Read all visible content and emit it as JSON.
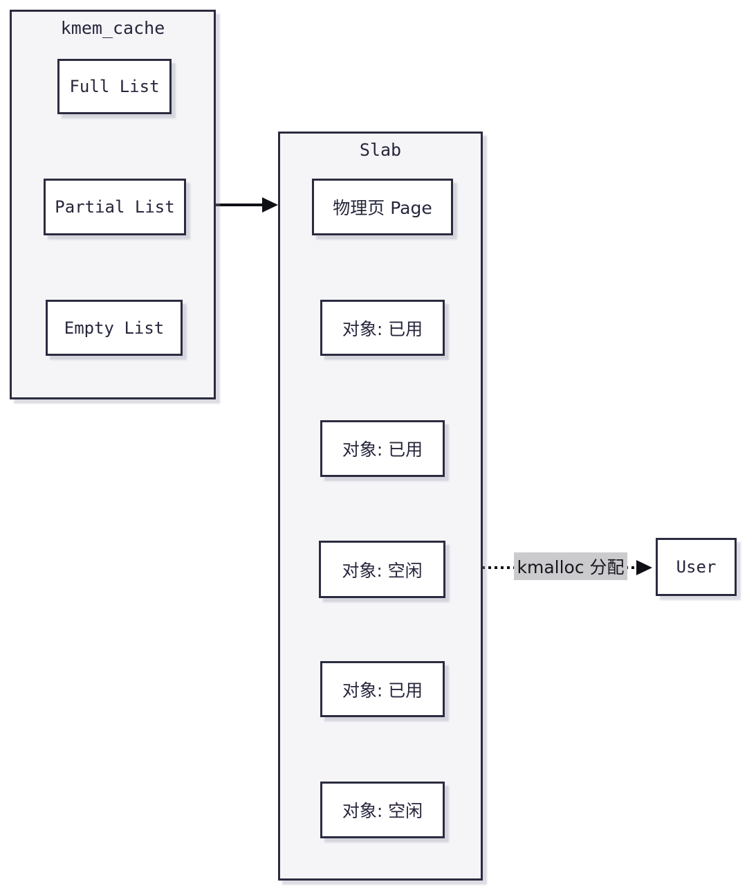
{
  "colors": {
    "canvas_bg": "#ffffff",
    "container_fill": "#f5f5f8",
    "box_fill": "#ffffff",
    "border": "#2b2b40",
    "text": "#26263c",
    "arrow": "#0f0f16",
    "label_bg": "#cbcbcd",
    "label_text": "#16161f",
    "shadow": "rgba(150,150,170,0.33)"
  },
  "kmem_cache": {
    "title": "kmem_cache",
    "full_list": "Full List",
    "partial_list": "Partial List",
    "empty_list": "Empty List"
  },
  "slab": {
    "title": "Slab",
    "items": [
      "物理页 Page",
      "对象: 已用",
      "对象: 已用",
      "对象: 空闲",
      "对象: 已用",
      "对象: 空闲"
    ]
  },
  "user": {
    "label": "User"
  },
  "edges": {
    "kmalloc_label": "kmalloc 分配"
  }
}
